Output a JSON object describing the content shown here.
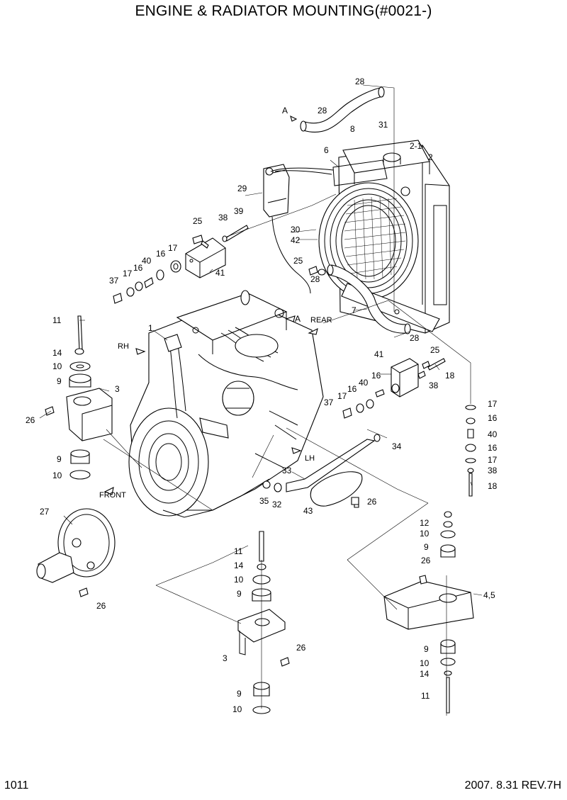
{
  "title": "ENGINE & RADIATOR MOUNTING(#0021-)",
  "page_number": "1011",
  "revision": "2007.  8.31  REV.7H",
  "direction_labels": {
    "a_top": "A",
    "a_engine": "A",
    "rear": "REAR",
    "rh": "RH",
    "lh": "LH",
    "front": "FRONT"
  },
  "callouts": [
    {
      "id": "c-28-top",
      "text": "28"
    },
    {
      "id": "c-28-a",
      "text": "28"
    },
    {
      "id": "c-8",
      "text": "8"
    },
    {
      "id": "c-31",
      "text": "31"
    },
    {
      "id": "c-2-1",
      "text": "2-1"
    },
    {
      "id": "c-2",
      "text": "2"
    },
    {
      "id": "c-6",
      "text": "6"
    },
    {
      "id": "c-29",
      "text": "29"
    },
    {
      "id": "c-25-top",
      "text": "25"
    },
    {
      "id": "c-38-top",
      "text": "38"
    },
    {
      "id": "c-39",
      "text": "39"
    },
    {
      "id": "c-30",
      "text": "30"
    },
    {
      "id": "c-42",
      "text": "42"
    },
    {
      "id": "c-17-top",
      "text": "17"
    },
    {
      "id": "c-16-top1",
      "text": "16"
    },
    {
      "id": "c-40-top",
      "text": "40"
    },
    {
      "id": "c-16-top2",
      "text": "16"
    },
    {
      "id": "c-17-top2",
      "text": "17"
    },
    {
      "id": "c-37-top",
      "text": "37"
    },
    {
      "id": "c-41-top",
      "text": "41"
    },
    {
      "id": "c-25-mid",
      "text": "25"
    },
    {
      "id": "c-28-mid",
      "text": "28"
    },
    {
      "id": "c-7",
      "text": "7"
    },
    {
      "id": "c-28-low",
      "text": "28"
    },
    {
      "id": "c-11-left",
      "text": "11"
    },
    {
      "id": "c-1",
      "text": "1"
    },
    {
      "id": "c-14-left",
      "text": "14"
    },
    {
      "id": "c-10-left1",
      "text": "10"
    },
    {
      "id": "c-9-left1",
      "text": "9"
    },
    {
      "id": "c-3-left",
      "text": "3"
    },
    {
      "id": "c-26-left",
      "text": "26"
    },
    {
      "id": "c-9-left2",
      "text": "9"
    },
    {
      "id": "c-10-left2",
      "text": "10"
    },
    {
      "id": "c-41-right",
      "text": "41"
    },
    {
      "id": "c-25-right",
      "text": "25"
    },
    {
      "id": "c-18-mid",
      "text": "18"
    },
    {
      "id": "c-16-right",
      "text": "16"
    },
    {
      "id": "c-38-mid",
      "text": "38"
    },
    {
      "id": "c-40-right",
      "text": "40"
    },
    {
      "id": "c-16-right2",
      "text": "16"
    },
    {
      "id": "c-17-right2",
      "text": "17"
    },
    {
      "id": "c-37-right",
      "text": "37"
    },
    {
      "id": "c-17-col1",
      "text": "17"
    },
    {
      "id": "c-16-col1",
      "text": "16"
    },
    {
      "id": "c-40-col",
      "text": "40"
    },
    {
      "id": "c-16-col2",
      "text": "16"
    },
    {
      "id": "c-17-col2",
      "text": "17"
    },
    {
      "id": "c-38-col",
      "text": "38"
    },
    {
      "id": "c-18-col",
      "text": "18"
    },
    {
      "id": "c-34",
      "text": "34"
    },
    {
      "id": "c-33",
      "text": "33"
    },
    {
      "id": "c-35",
      "text": "35"
    },
    {
      "id": "c-32",
      "text": "32"
    },
    {
      "id": "c-43",
      "text": "43"
    },
    {
      "id": "c-26-mid",
      "text": "26"
    },
    {
      "id": "c-27",
      "text": "27"
    },
    {
      "id": "c-26-pulley",
      "text": "26"
    },
    {
      "id": "c-12",
      "text": "12"
    },
    {
      "id": "c-10-r1",
      "text": "10"
    },
    {
      "id": "c-9-r1",
      "text": "9"
    },
    {
      "id": "c-26-r",
      "text": "26"
    },
    {
      "id": "c-4-5",
      "text": "4,5"
    },
    {
      "id": "c-9-r2",
      "text": "9"
    },
    {
      "id": "c-10-r2",
      "text": "10"
    },
    {
      "id": "c-14-r",
      "text": "14"
    },
    {
      "id": "c-11-r",
      "text": "11"
    },
    {
      "id": "c-11-b",
      "text": "11"
    },
    {
      "id": "c-14-b",
      "text": "14"
    },
    {
      "id": "c-10-b1",
      "text": "10"
    },
    {
      "id": "c-9-b1",
      "text": "9"
    },
    {
      "id": "c-26-b",
      "text": "26"
    },
    {
      "id": "c-3-b",
      "text": "3"
    },
    {
      "id": "c-9-b2",
      "text": "9"
    },
    {
      "id": "c-10-b2",
      "text": "10"
    }
  ]
}
